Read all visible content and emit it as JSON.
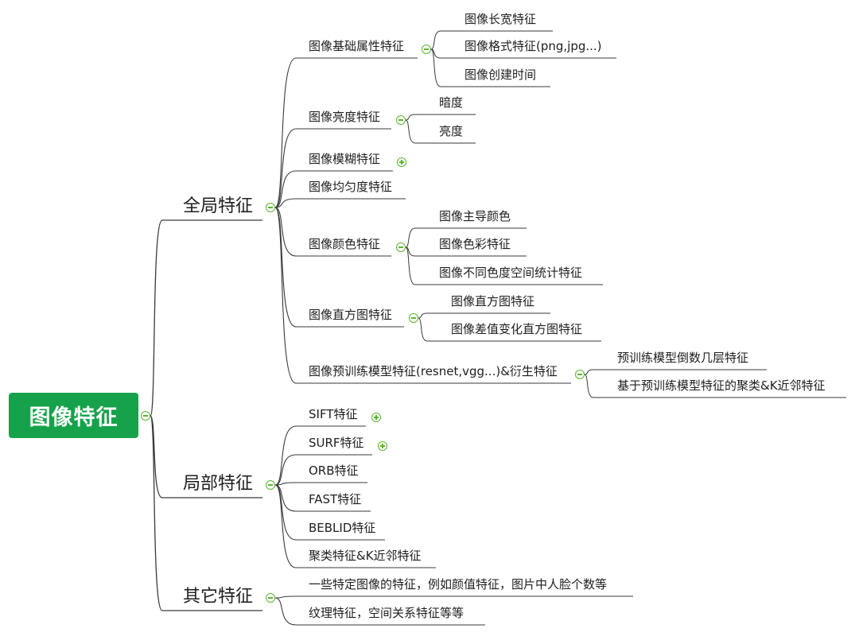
{
  "root": "图像特征",
  "branches": [
    {
      "label": "全局特征",
      "children": [
        {
          "label": "图像基础属性特征",
          "children": [
            "图像长宽特征",
            "图像格式特征(png,jpg...)",
            "图像创建时间"
          ]
        },
        {
          "label": "图像亮度特征",
          "children": [
            "暗度",
            "亮度"
          ]
        },
        {
          "label": "图像模糊特征",
          "collapsed": true
        },
        {
          "label": "图像均匀度特征"
        },
        {
          "label": "图像颜色特征",
          "children": [
            "图像主导颜色",
            "图像色彩特征",
            "图像不同色度空间统计特征"
          ]
        },
        {
          "label": "图像直方图特征",
          "children": [
            "图像直方图特征",
            "图像差值变化直方图特征"
          ]
        },
        {
          "label": "图像预训练模型特征(resnet,vgg...)&衍生特征",
          "children": [
            "预训练模型倒数几层特征",
            "基于预训练模型特征的聚类&K近邻特征"
          ]
        }
      ]
    },
    {
      "label": "局部特征",
      "children": [
        {
          "label": "SIFT特征",
          "collapsed": true
        },
        {
          "label": "SURF特征",
          "collapsed": true
        },
        {
          "label": "ORB特征"
        },
        {
          "label": "FAST特征"
        },
        {
          "label": "BEBLID特征"
        },
        {
          "label": "聚类特征&K近邻特征"
        }
      ]
    },
    {
      "label": "其它特征",
      "children": [
        {
          "label": "一些特定图像的特征，例如颜值特征，图片中人脸个数等"
        },
        {
          "label": "纹理特征，空间关系特征等等"
        }
      ]
    }
  ],
  "colors": {
    "root_fill": "#16a24a",
    "root_text": "#ffffff",
    "line": "#3a3a3a",
    "toggle": "#5ab52e",
    "text": "#1e1e1e"
  }
}
